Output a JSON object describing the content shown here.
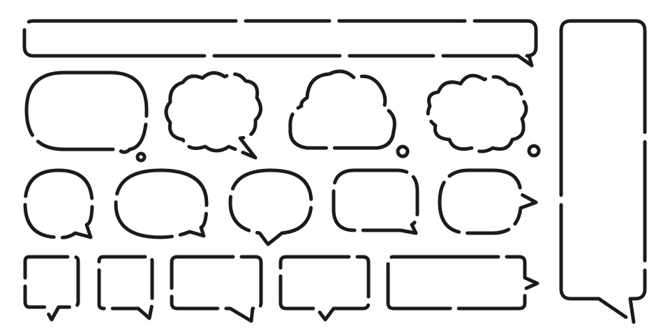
{
  "colors": {
    "background": "#ffffff",
    "stroke": "#1b1b1b"
  },
  "style": "dashed-outline",
  "bubble_set": {
    "count": 19,
    "kinds": [
      "speech-banner",
      "speech-oval",
      "cloud-thought",
      "cloud-thought-with-dot",
      "cloud-thought-spiky",
      "speech-round",
      "speech-ellipse",
      "speech-rounded-rect",
      "speech-rect",
      "speech-tall-rect"
    ]
  }
}
